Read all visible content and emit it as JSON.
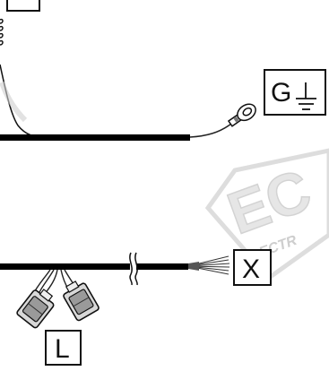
{
  "labels": {
    "ground": "G",
    "wires": "X",
    "connector": "L"
  },
  "watermark": {
    "text_main": "EC",
    "text_sub": "ELECTR",
    "color": "#d9d9d9"
  },
  "colors": {
    "cable": "#000000",
    "thin_wire": "#222222",
    "box_stroke": "#111111"
  }
}
